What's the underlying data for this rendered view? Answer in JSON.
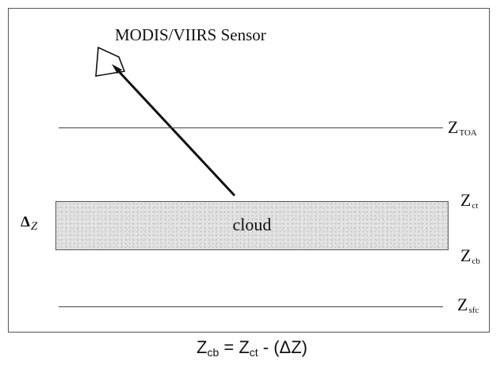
{
  "sensor": {
    "label": "MODIS/VIIRS Sensor"
  },
  "cloud": {
    "label": "cloud",
    "thickness_symbol": "Δ",
    "thickness_var": "Z"
  },
  "levels": {
    "toa": {
      "symbol": "Z",
      "sub": "TOA"
    },
    "cloud_top": {
      "symbol": "Z",
      "sub": "ct"
    },
    "cloud_base": {
      "symbol": "Z",
      "sub": "cb"
    },
    "surface": {
      "symbol": "Z",
      "sub": "sfc"
    }
  },
  "formula": {
    "lhs": "Z",
    "lhs_sub": "cb",
    "equals": " = ",
    "term": "Z",
    "term_sub": "ct",
    "rest": " - (ΔZ)"
  },
  "colors": {
    "line": "#444444",
    "cloud_fill": "#e3e3e3",
    "arrow": "#111111"
  }
}
